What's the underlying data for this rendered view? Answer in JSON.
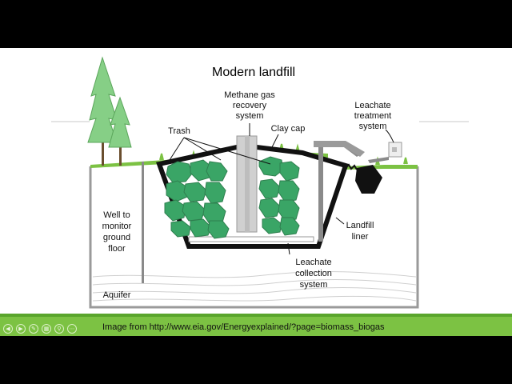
{
  "diagram": {
    "title": "Modern landfill",
    "labels": {
      "methane": [
        "Methane gas",
        "recovery",
        "system"
      ],
      "leachate_treatment": [
        "Leachate",
        "treatment",
        "system"
      ],
      "trash": "Trash",
      "clay_cap": "Clay cap",
      "well": [
        "Well to",
        "monitor",
        "ground",
        "floor"
      ],
      "landfill_liner": [
        "Landfill",
        "liner"
      ],
      "leachate_collection": [
        "Leachate",
        "collection",
        "system"
      ],
      "aquifer": "Aquifer"
    },
    "colors": {
      "grass": "#7cc243",
      "trash": "#3aa566",
      "trash_edge": "#2f7f4f",
      "pipe": "#8a8a8a",
      "liner": "#111111",
      "tank": "#111111"
    }
  },
  "footer": {
    "caption": "Image from http://www.eia.gov/Energyexplained/?page=biomass_biogas",
    "controls": [
      "prev-icon",
      "next-icon",
      "pen-icon",
      "slides-icon",
      "zoom-icon",
      "more-icon"
    ]
  }
}
